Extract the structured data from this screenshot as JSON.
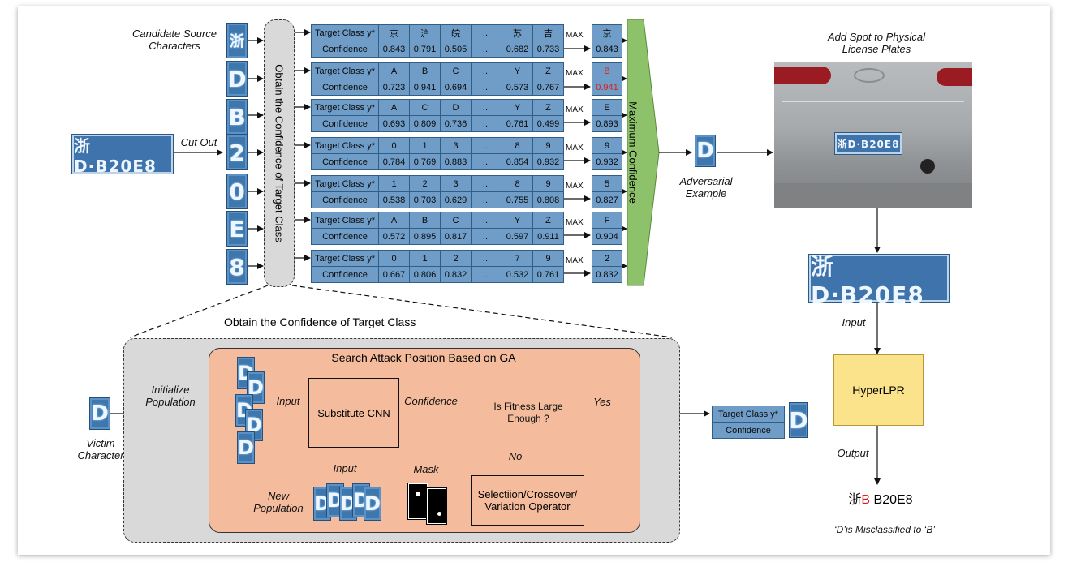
{
  "labels": {
    "candidate_source": "Candidate Source Characters",
    "cut_out": "Cut Out",
    "obtain_conf_vertical": "Obtain the Confidence of Target Class",
    "max_conf_vertical": "Maximum Confidence",
    "adversarial_example": "Adversarial Example",
    "add_spot": "Add Spot to Physical License Plates",
    "input": "Input",
    "output": "Output",
    "hyperlpr": "HyperLPR",
    "result_prefix": "浙",
    "result_red": "B",
    "result_rest": " B20E8",
    "misclassified": "‘D’is Misclassified to ‘B’",
    "obtain_conf_title": "Obtain the Confidence of Target Class",
    "ga_title": "Search Attack Position Based on GA",
    "initialize_population": "Initialize Population",
    "victim_character": "Victim Character",
    "ga_input": "Input",
    "confidence": "Confidence",
    "substitute_cnn": "Substitute CNN",
    "is_fitness": "Is Fitness Large Enough ?",
    "yes": "Yes",
    "no": "No",
    "selection_op": "Selectiion/Crossover/ Variation Operator",
    "mask": "Mask",
    "new_population": "New Population",
    "ga_input2": "Input",
    "target_class_small": "Target Class y*",
    "confidence_small": "Confidence",
    "max": "MAX"
  },
  "plate_text": "浙D·B20E8",
  "source_chars": [
    "浙",
    "D",
    "B",
    "2",
    "0",
    "E",
    "8"
  ],
  "rows": [
    {
      "classes": [
        "京",
        "沪",
        "皖",
        "...",
        "苏",
        "吉"
      ],
      "conf": [
        "0.843",
        "0.791",
        "0.505",
        "...",
        "0.682",
        "0.733"
      ],
      "res_class": "京",
      "res_conf": "0.843",
      "red": false
    },
    {
      "classes": [
        "A",
        "B",
        "C",
        "...",
        "Y",
        "Z"
      ],
      "conf": [
        "0.723",
        "0.941",
        "0.694",
        "...",
        "0.573",
        "0.767"
      ],
      "res_class": "B",
      "res_conf": "0.941",
      "red": true
    },
    {
      "classes": [
        "A",
        "C",
        "D",
        "...",
        "Y",
        "Z"
      ],
      "conf": [
        "0.693",
        "0.809",
        "0.736",
        "...",
        "0.761",
        "0.499"
      ],
      "res_class": "E",
      "res_conf": "0.893",
      "red": false
    },
    {
      "classes": [
        "0",
        "1",
        "3",
        "...",
        "8",
        "9"
      ],
      "conf": [
        "0.784",
        "0.769",
        "0.883",
        "...",
        "0.854",
        "0.932"
      ],
      "res_class": "9",
      "res_conf": "0.932",
      "red": false
    },
    {
      "classes": [
        "1",
        "2",
        "3",
        "...",
        "8",
        "9"
      ],
      "conf": [
        "0.538",
        "0.703",
        "0.629",
        "...",
        "0.755",
        "0.808"
      ],
      "res_class": "5",
      "res_conf": "0.827",
      "red": false
    },
    {
      "classes": [
        "A",
        "B",
        "C",
        "...",
        "Y",
        "Z"
      ],
      "conf": [
        "0.572",
        "0.895",
        "0.817",
        "...",
        "0.597",
        "0.911"
      ],
      "res_class": "F",
      "res_conf": "0.904",
      "red": false
    },
    {
      "classes": [
        "0",
        "1",
        "2",
        "...",
        "7",
        "9"
      ],
      "conf": [
        "0.667",
        "0.806",
        "0.832",
        "...",
        "0.532",
        "0.761"
      ],
      "res_class": "2",
      "res_conf": "0.832",
      "red": false
    }
  ],
  "colors": {
    "table_fill": "#6f9dc8",
    "highlight_red": "#e01b1b",
    "ga_fill": "#f4bc9c",
    "hyperlpr_fill": "#fbe38b",
    "max_conf_fill": "#8ec26a"
  }
}
